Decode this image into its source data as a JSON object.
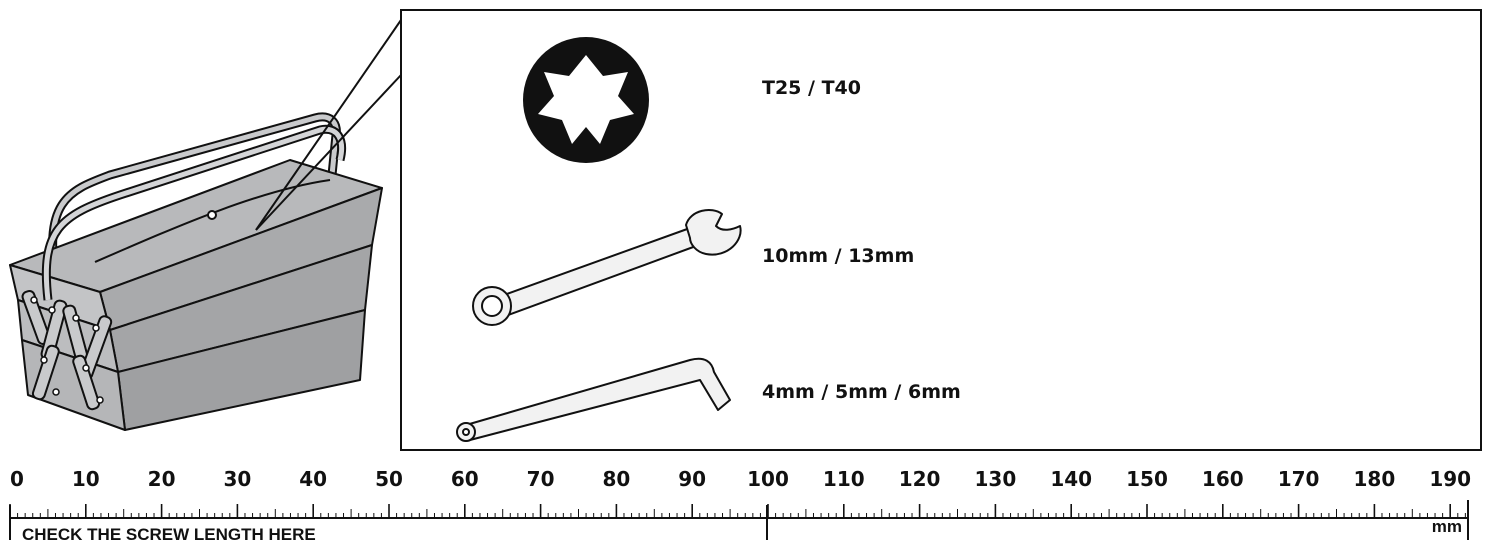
{
  "tools": [
    {
      "name": "torx-bit",
      "label": "T25 / T40"
    },
    {
      "name": "combination-wrench",
      "label": "10mm / 13mm"
    },
    {
      "name": "hex-key",
      "label": "4mm / 5mm / 6mm"
    }
  ],
  "ruler": {
    "labels": [
      "0",
      "10",
      "20",
      "30",
      "40",
      "50",
      "60",
      "70",
      "80",
      "90",
      "100",
      "110",
      "120",
      "130",
      "140",
      "150",
      "160",
      "170",
      "180",
      "190"
    ],
    "unit": "mm",
    "note": "CHECK THE SCREW LENGTH HERE"
  }
}
